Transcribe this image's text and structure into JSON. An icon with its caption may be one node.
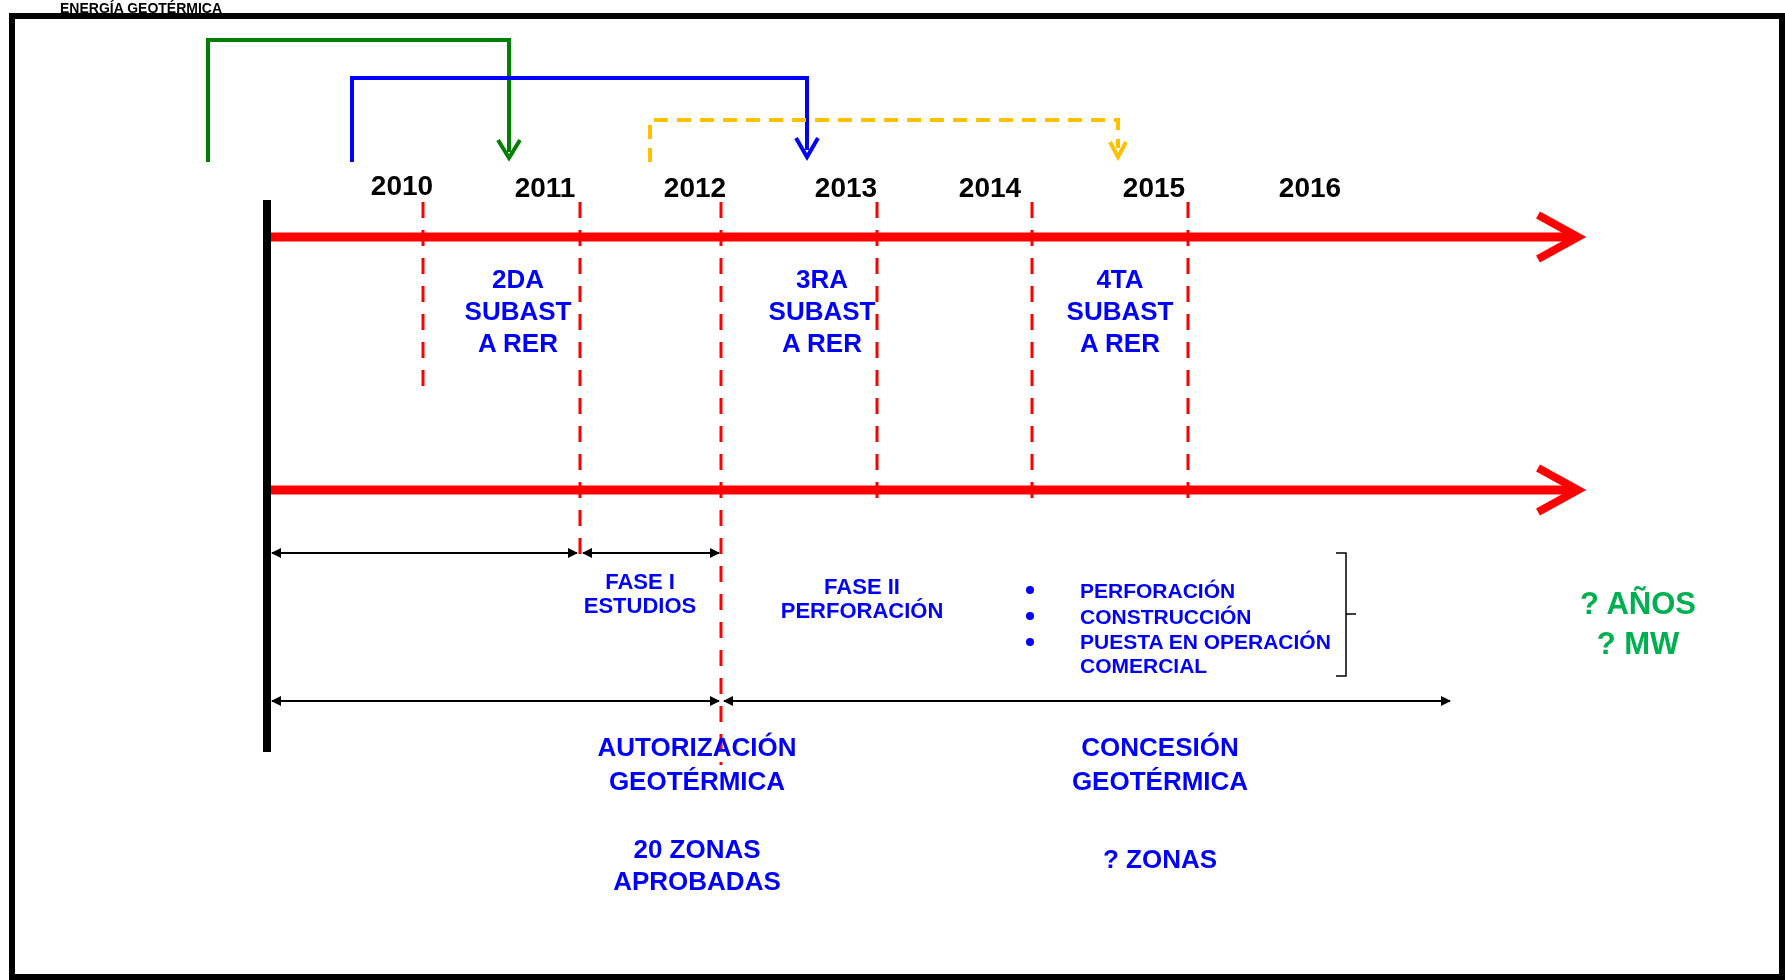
{
  "diagram": {
    "title": "ENERGÍA GEOTÉRMICA",
    "labels": [
      "2010",
      "2011",
      "2012",
      "2013",
      "2014",
      "2015",
      "2016",
      "2DA SUBASTA RER",
      "3RA SUBASTA RER",
      "4TA SUBASTA RER",
      "FASE I ESTUDIOS",
      "FASE II PERFORACIÓN",
      "PERFORACIÓN",
      "CONSTRUCCIÓN",
      "PUESTA EN OPERACIÓN COMERCIAL",
      "? AÑOS ? MW",
      "AUTORIZACIÓN GEOTÉRMICA",
      "CONCESIÓN GEOTÉRMICA",
      "20 ZONAS APROBADAS",
      "? ZONAS"
    ]
  }
}
